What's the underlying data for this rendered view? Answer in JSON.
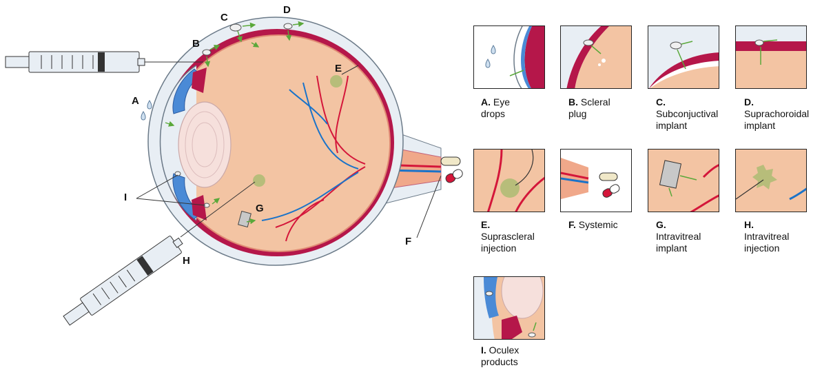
{
  "diagram_labels": {
    "a": "A",
    "b": "B",
    "c": "C",
    "d": "D",
    "e": "E",
    "f": "F",
    "g": "G",
    "h": "H",
    "i": "I"
  },
  "panels": [
    {
      "letter": "A.",
      "line1": "Eye",
      "line2": "drops"
    },
    {
      "letter": "B.",
      "line1": "Scleral",
      "line2": "plug"
    },
    {
      "letter": "C.",
      "line1": "",
      "line2": "Subconjuctival",
      "line3": "implant"
    },
    {
      "letter": "D.",
      "line1": "",
      "line2": "Suprachoroidal",
      "line3": "implant"
    },
    {
      "letter": "E.",
      "line1": "",
      "line2": "Suprascleral",
      "line3": "injection"
    },
    {
      "letter": "F.",
      "line1": "Systemic"
    },
    {
      "letter": "G.",
      "line1": "",
      "line2": "Intravitreal",
      "line3": "implant"
    },
    {
      "letter": "H.",
      "line1": "",
      "line2": "Intravitreal",
      "line3": "injection"
    },
    {
      "letter": "I.",
      "line1": "Oculex",
      "line2": "products"
    }
  ],
  "colors": {
    "retina_fill": "#f3c4a3",
    "choroid": "#b5174a",
    "sclera": "#e8eef4",
    "iris_blue": "#4a8ad6",
    "vessel_red": "#d4163a",
    "vessel_blue": "#1a73c9",
    "implant_green": "#b7bd7a",
    "arrow_green": "#5aa83a"
  }
}
